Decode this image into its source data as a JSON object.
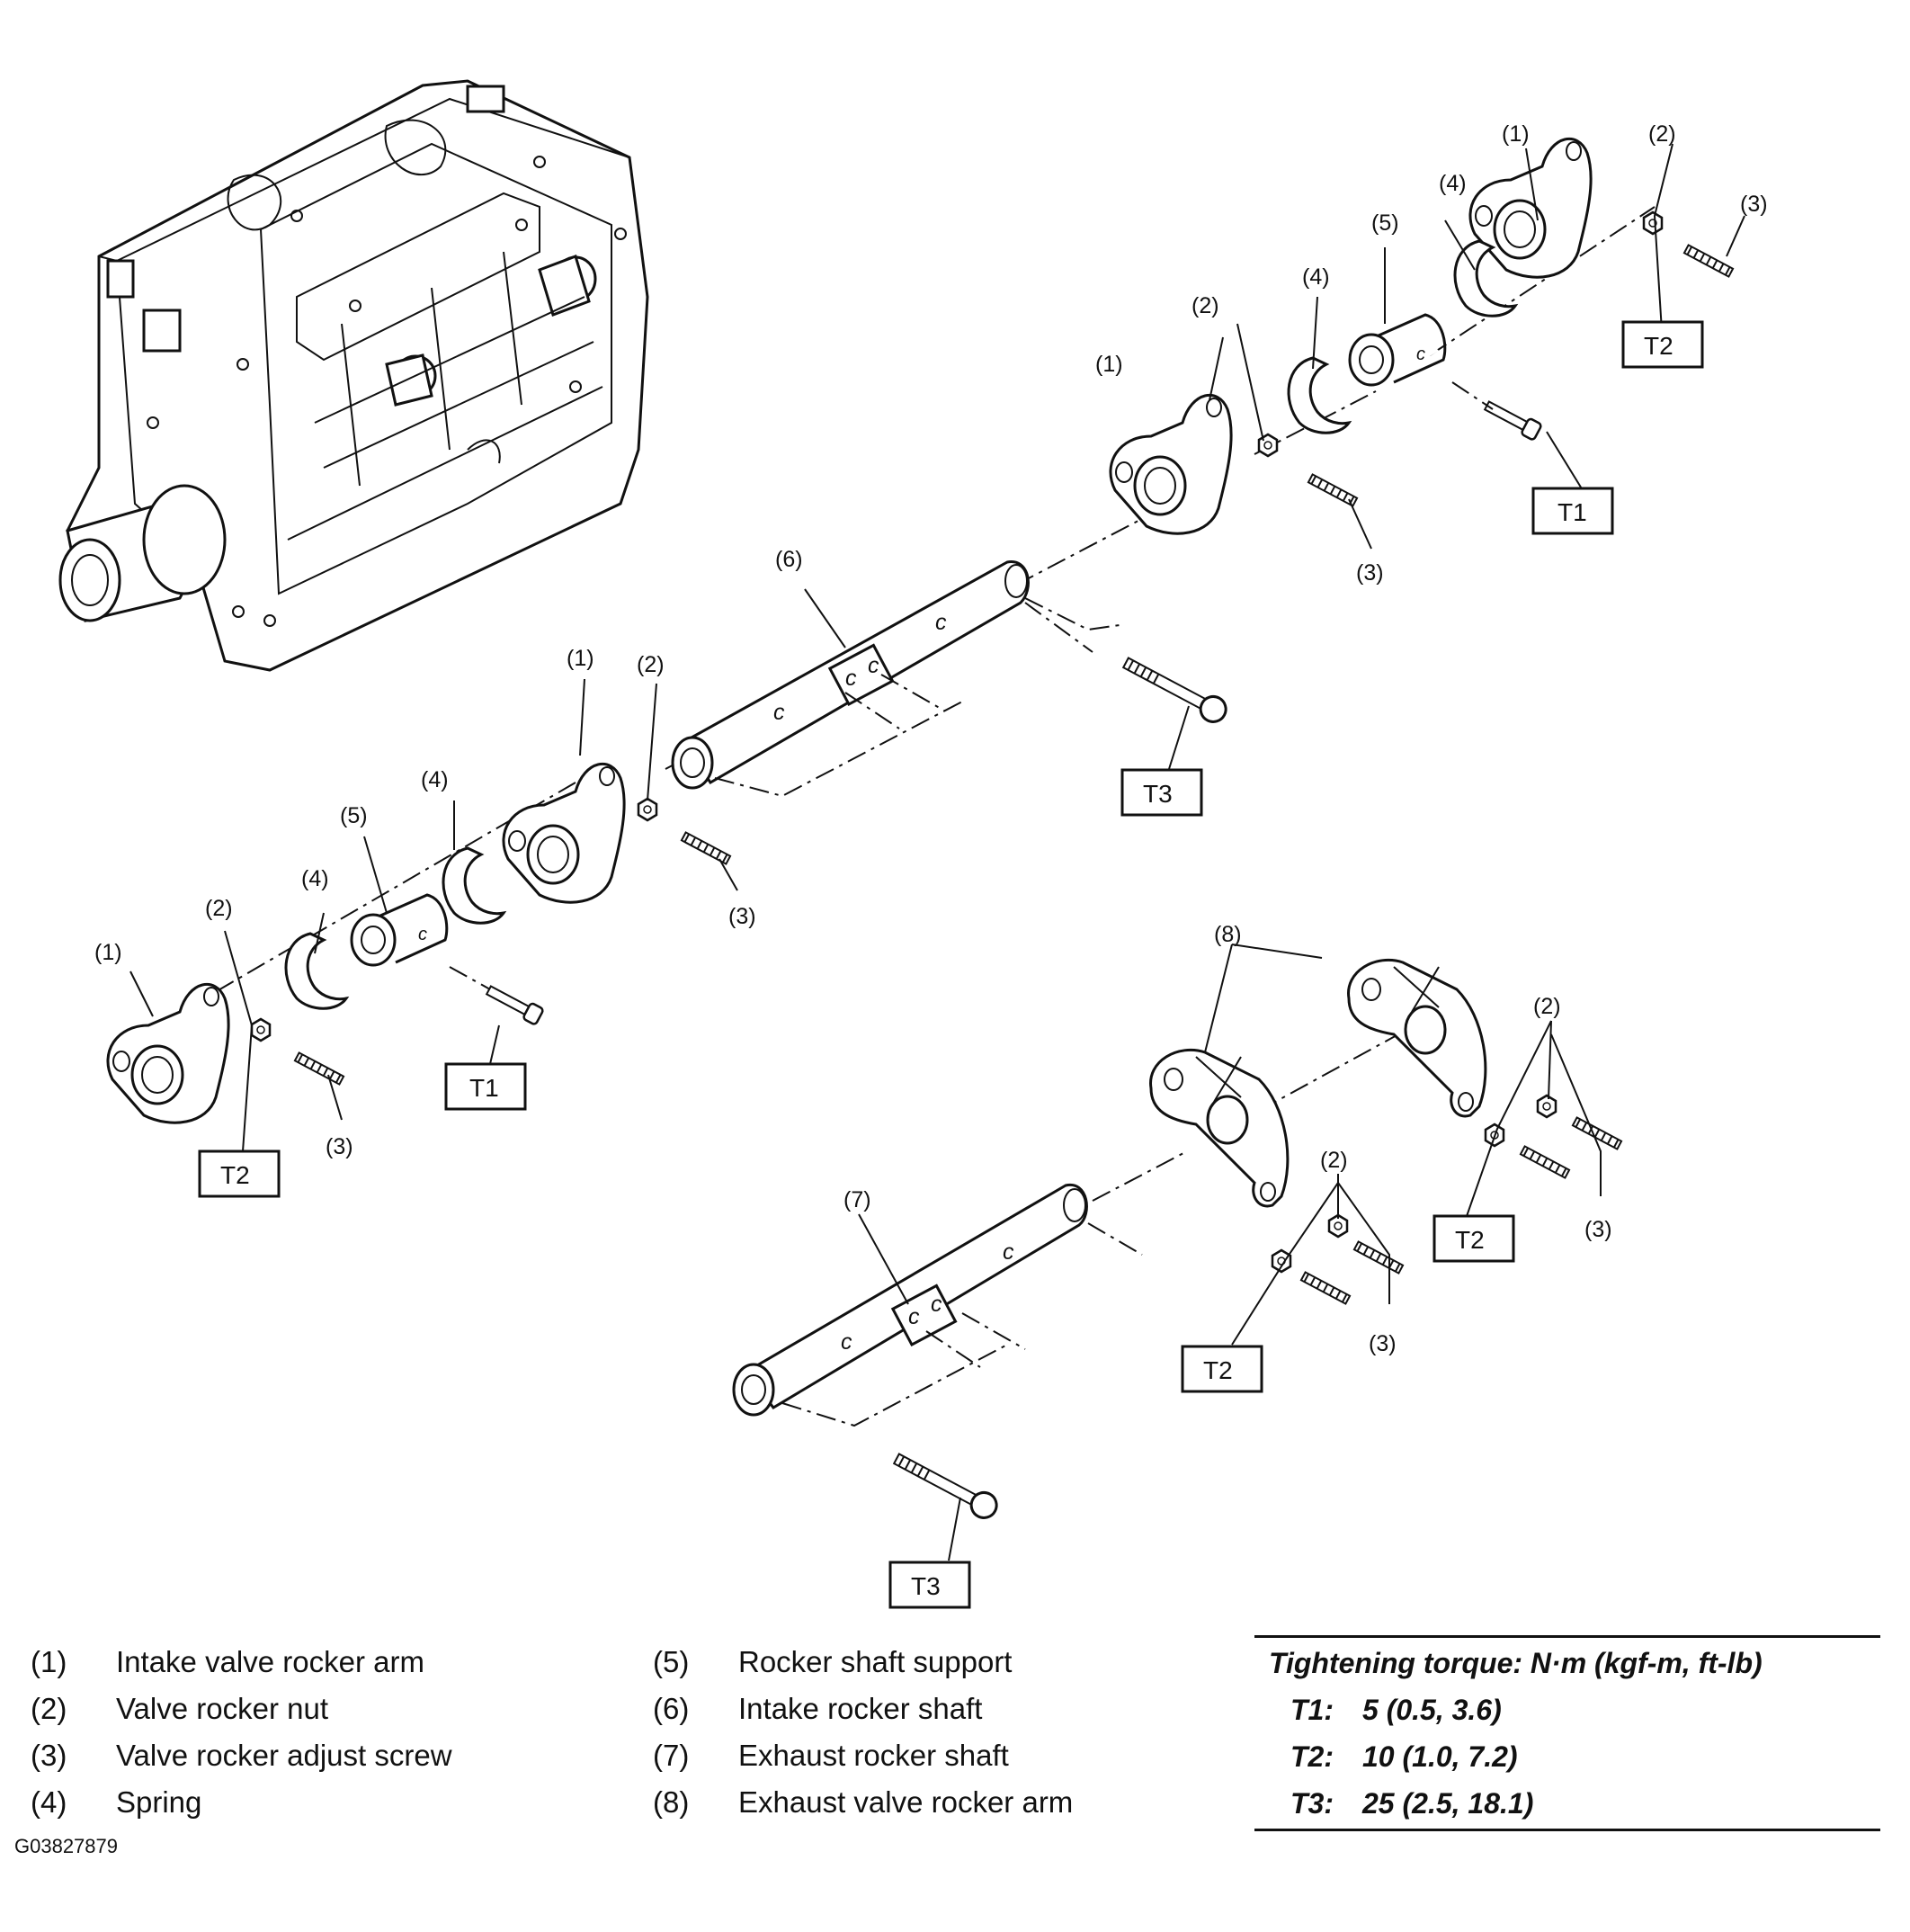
{
  "callouts": {
    "c1": "(1)",
    "c2": "(2)",
    "c3": "(3)",
    "c4": "(4)",
    "c5": "(5)",
    "c6": "(6)",
    "c7": "(7)",
    "c8": "(8)",
    "t1": "T1",
    "t2": "T2",
    "t3": "T3"
  },
  "legend": {
    "left": [
      {
        "num": "(1)",
        "name": "Intake valve rocker arm"
      },
      {
        "num": "(2)",
        "name": "Valve rocker nut"
      },
      {
        "num": "(3)",
        "name": "Valve rocker adjust screw"
      },
      {
        "num": "(4)",
        "name": "Spring"
      }
    ],
    "right": [
      {
        "num": "(5)",
        "name": "Rocker shaft support"
      },
      {
        "num": "(6)",
        "name": "Intake rocker shaft"
      },
      {
        "num": "(7)",
        "name": "Exhaust rocker shaft"
      },
      {
        "num": "(8)",
        "name": "Exhaust valve rocker arm"
      }
    ]
  },
  "torque": {
    "heading": "Tightening torque: N·m (kgf-m, ft-lb)",
    "rows": [
      {
        "key": "T1:",
        "value": "5 (0.5, 3.6)"
      },
      {
        "key": "T2:",
        "value": "10 (1.0, 7.2)"
      },
      {
        "key": "T3:",
        "value": "25 (2.5, 18.1)"
      }
    ]
  },
  "figure_id": "G03827879"
}
